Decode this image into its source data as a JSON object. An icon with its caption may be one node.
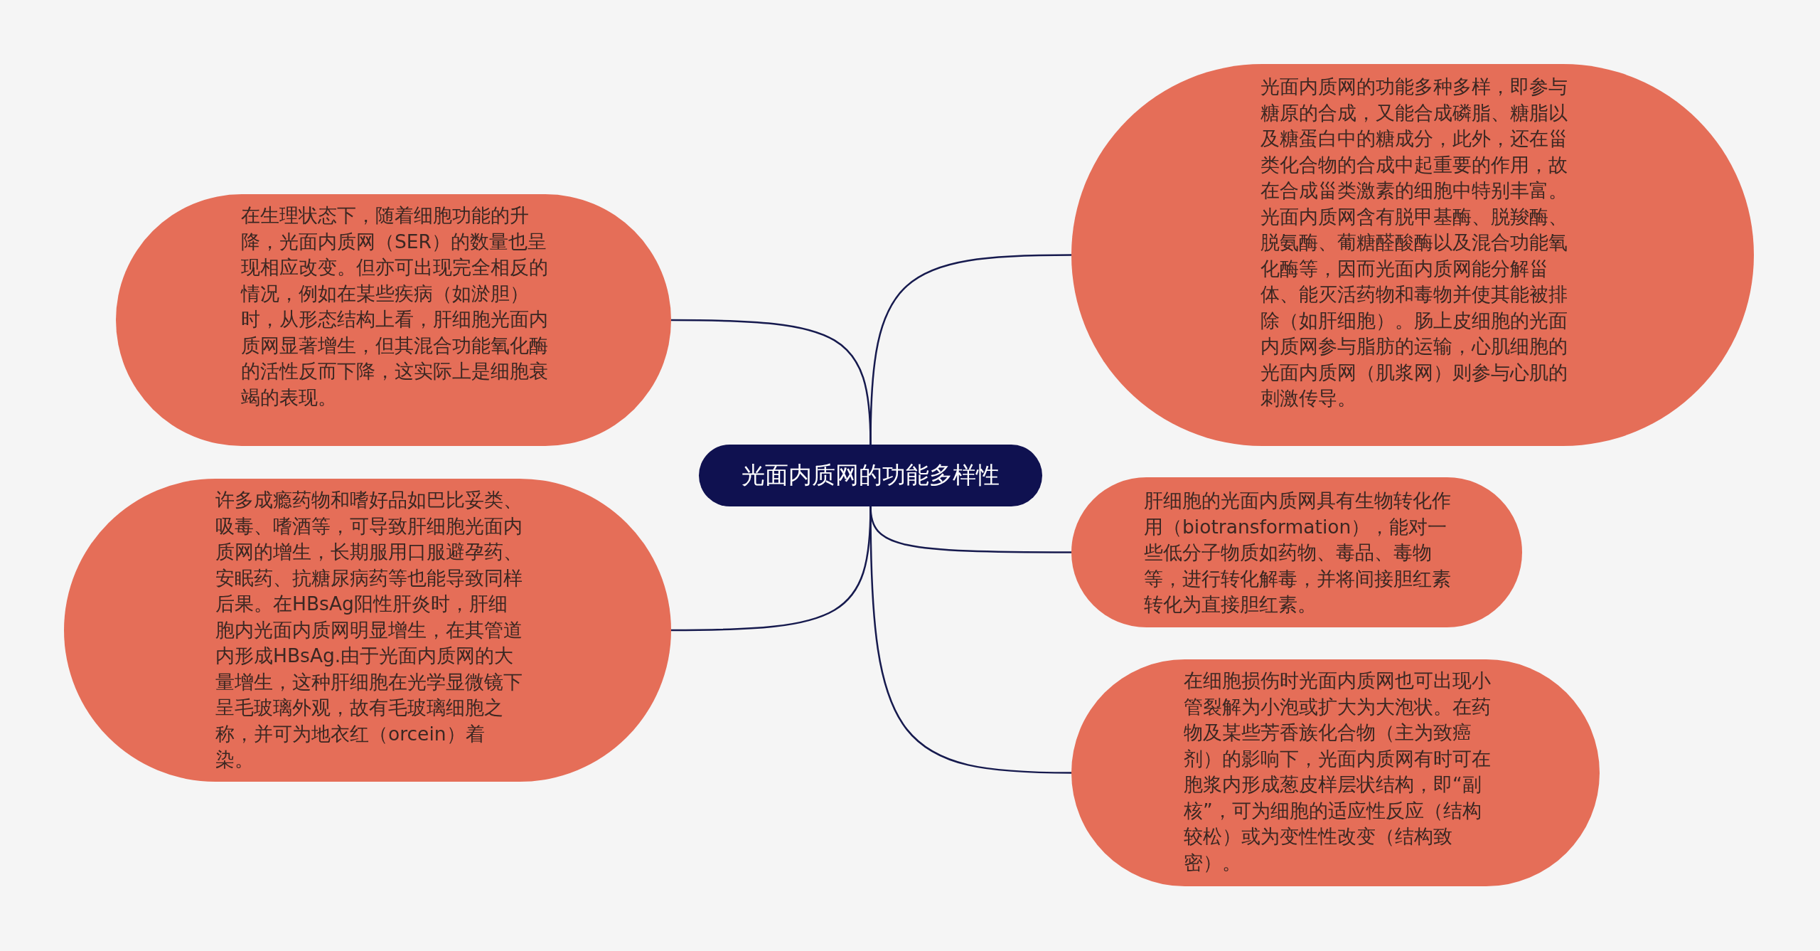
{
  "diagram": {
    "nodes": [
      {
        "text": [
          "光面内质网的功能多样性"
        ]
      },
      {
        "text": [
          "光面内质网的功能多种多样，即参与糖原的合成，又能合成磷脂、糖脂以及糖蛋白中的糖成分，此外，还在甾类化合物的合成中起重要的作用，故在合成甾类激素的细胞中特别丰富。光面内质网含有脱甲基酶、脱羧酶、脱氨酶、葡糖醛酸酶以及混合功能氧化酶等，因而光面内质网能分解甾体、能灭活药物和毒物并使其能被排除（如肝细胞）。肠上皮细胞的光面内质网参与脂肪的运输，心肌细胞的光面内质网（肌浆网）则参与心肌的刺激传导。"
        ]
      },
      {
        "text": [
          "肝细胞的光面内质网具有生物转化作用（biotransformation），能对一些低分子物质如药物、毒品、毒物等，进行转化解毒，并将间接胆红素转化为直接胆红素。"
        ]
      },
      {
        "text": [
          "在细胞损伤时光面内质网也可出现小管裂解为小泡或扩大为大泡状。在药物及某些芳香族化合物（主为致癌剂）的影响下，光面内质网有时可在胞浆内形成葱皮样层状结构，即“副核”，可为细胞的适应性反应（结构较松）或为变性性改变（结构致密）。"
        ]
      },
      {
        "text": [
          "在生理状态下，随着细胞功能的升降，光面内质网（SER）的数量也呈现相应改变。但亦可出现完全相反的情况，例如在某些疾病（如淤胆）时，从形态结构上看，肝细胞光面内质网显著增生，但其混合功能氧化酶的活性反而下降，这实际上是细胞衰竭的表现。"
        ]
      },
      {
        "text": [
          "许多成瘾药物和嗜好品如巴比妥类、吸毒、嗜酒等，可导致肝细胞光面内质网的增生，长期服用口服避孕药、安眠药、抗糖尿病药等也能导致同样后果。在HBsAg阳性肝炎时，肝细胞内光面内质网明显增生，在其管道内形成HBsAg.由于光面内质网的大量增生，这种肝细胞在光学显微镜下呈毛玻璃外观，故有毛玻璃细胞之称，并可为地衣红（orcein）着染。"
        ]
      }
    ],
    "edges": [
      {
        "from": 0,
        "to": 1,
        "arrow": "none"
      },
      {
        "from": 0,
        "to": 2,
        "arrow": "none"
      },
      {
        "from": 0,
        "to": 3,
        "arrow": "none"
      },
      {
        "from": 0,
        "to": 4,
        "arrow": "none"
      },
      {
        "from": 0,
        "to": 5,
        "arrow": "none"
      }
    ]
  }
}
